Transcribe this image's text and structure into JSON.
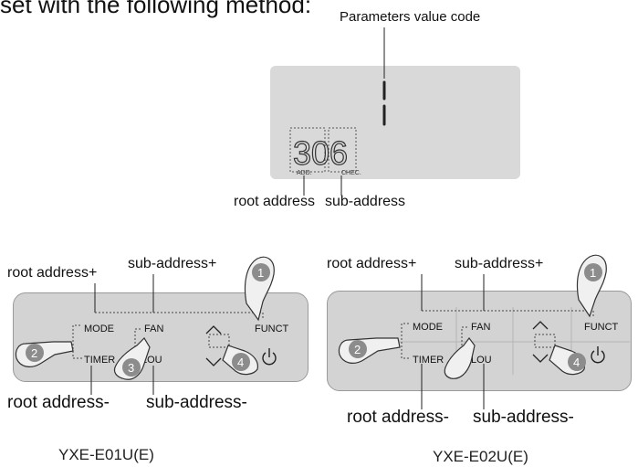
{
  "heading": "set with the following method:",
  "display": {
    "caption": "Parameters value code",
    "digits": "306",
    "add_label": "ADD.",
    "chec_label": "CHEC."
  },
  "display_labels": {
    "root_address": "root address",
    "sub_address": "sub-address"
  },
  "remote_1": {
    "model": "YXE-E01U(E)",
    "labels": {
      "root_plus": "root address+",
      "sub_plus": "sub-address+",
      "root_minus": "root address-",
      "sub_minus": "sub-address-"
    },
    "buttons": {
      "mode": "MODE",
      "fan": "FAN",
      "funct": "FUNCT",
      "timer": "TIMER",
      "lou": "LOU"
    },
    "steps": [
      "1",
      "2",
      "3",
      "4"
    ]
  },
  "remote_2": {
    "model": "YXE-E02U(E)",
    "labels": {
      "root_plus": "root address+",
      "sub_plus": "sub-address+",
      "root_minus": "root address-",
      "sub_minus": "sub-address-"
    },
    "buttons": {
      "mode": "MODE",
      "fan": "FAN",
      "funct": "FUNCT",
      "timer": "TIMER",
      "lou": "LOU"
    },
    "steps": [
      "1",
      "2",
      "4"
    ]
  },
  "icons": {
    "up": "chevron-up-icon",
    "down": "chevron-down-icon",
    "power": "power-icon",
    "hand": "pointing-hand-icon"
  }
}
